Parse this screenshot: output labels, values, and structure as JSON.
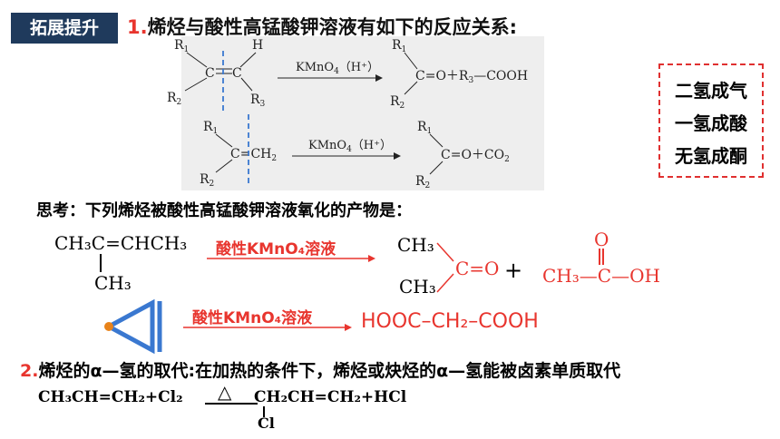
{
  "header": {
    "tag": "拓展提升",
    "title_num": "1.",
    "title_text": "烯烃与酸性高锰酸钾溶液有如下的反应关系:"
  },
  "reaction1": {
    "r1": "R",
    "r1_sub": "1",
    "r2": "R",
    "r2_sub": "2",
    "r3": "R",
    "r3_sub": "3",
    "h": "H",
    "c1": "C",
    "c2": "C",
    "reagent": "KMnO",
    "reagent_sub": "4",
    "reagent_cond": "(H⁺)",
    "product_c": "C",
    "product_o": "=O",
    "plus": "+",
    "product2": "R₃—COOH"
  },
  "reaction2": {
    "c1": "C",
    "ch2": "=CH₂",
    "reagent": "KMnO",
    "reagent_sub": "4",
    "reagent_cond": "(H⁺)",
    "product_c": "C",
    "product_o": "=O",
    "plus": "+",
    "product2": "CO₂"
  },
  "rules": [
    "二氢成气",
    "一氢成酸",
    "无氢成酮"
  ],
  "think": "思考：下列烯烃被酸性高锰酸钾溶液氧化的产物是：",
  "example1": {
    "reactant": "CH₃C=CHCH₃",
    "branch": "CH₃",
    "reagent": "酸性KMnO₄溶液",
    "ketone_top": "CH₃",
    "ketone_bottom": "CH₃",
    "ketone_co": "C=O",
    "plus": "+",
    "acid_o": "O",
    "acid_left": "CH₃—C—OH"
  },
  "example2": {
    "reagent": "酸性KMnO₄溶液",
    "product": "HOOC–CH₂–COOH"
  },
  "section2": {
    "num": "2.",
    "text": "烯烃的α—氢的取代:在加热的条件下，烯烃或炔烃的α—氢能被卤素单质取代"
  },
  "equation": {
    "left": "CH₃CH=CH₂+Cl₂",
    "condition": "△",
    "right": "CH₂CH=CH₂+HCl",
    "cl": "Cl"
  }
}
